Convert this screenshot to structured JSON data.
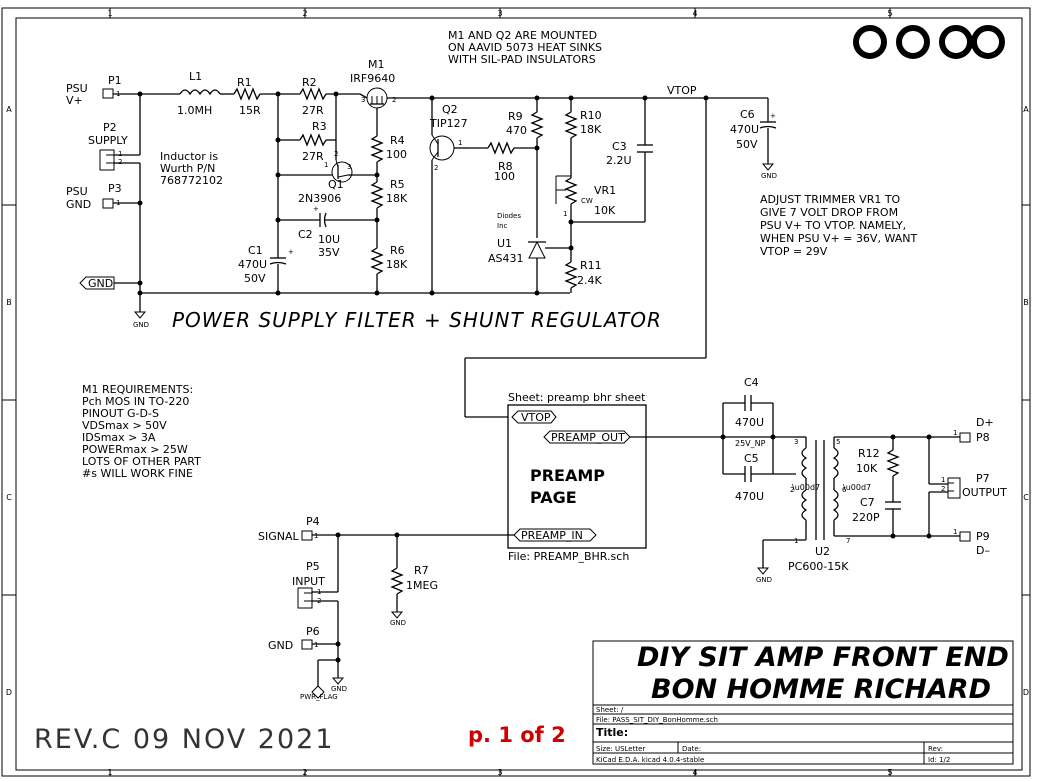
{
  "frame": {
    "col_ticks": [
      "1",
      "2",
      "3",
      "4",
      "5"
    ],
    "row_ticks": [
      "A",
      "B",
      "C",
      "D"
    ]
  },
  "notes": {
    "heatsink": [
      "M1 AND Q2 ARE MOUNTED",
      "ON AAVID 5073 HEAT SINKS",
      "WITH SIL-PAD INSULATORS"
    ],
    "inductor": [
      "Inductor is",
      "Wurth P/N",
      "768772102"
    ],
    "trimmer": [
      "ADJUST TRIMMER VR1 TO",
      "GIVE 7 VOLT DROP FROM",
      "PSU V+ TO VTOP.  NAMELY,",
      "WHEN PSU V+ = 36V, WANT",
      "VTOP = 29V"
    ],
    "m1_req": [
      "M1 REQUIREMENTS:",
      "Pch MOS IN TO-220",
      "PINOUT G-D-S",
      "VDSmax > 50V",
      "IDSmax > 3A",
      "POWERmax > 25W",
      "LOTS OF OTHER PART",
      "#s WILL WORK FINE"
    ],
    "section_title": "POWER SUPPLY FILTER + SHUNT REGULATOR"
  },
  "parts": {
    "p1": {
      "ref": "P1",
      "label1": "PSU",
      "label2": "V+"
    },
    "p2": {
      "ref": "P2",
      "label": "SUPPLY"
    },
    "p3": {
      "ref": "P3",
      "label1": "PSU",
      "label2": "GND"
    },
    "l1": {
      "ref": "L1",
      "value": "1.0MH"
    },
    "r1": {
      "ref": "R1",
      "value": "15R"
    },
    "r2": {
      "ref": "R2",
      "value": "27R"
    },
    "r3": {
      "ref": "R3",
      "value": "27R"
    },
    "m1": {
      "ref": "M1",
      "value": "IRF9640"
    },
    "q1": {
      "ref": "Q1",
      "value": "2N3906"
    },
    "q2": {
      "ref": "Q2",
      "value": "TIP127"
    },
    "r4": {
      "ref": "R4",
      "value": "100"
    },
    "r5": {
      "ref": "R5",
      "value": "18K"
    },
    "r6": {
      "ref": "R6",
      "value": "18K"
    },
    "r8": {
      "ref": "R8",
      "value": "100"
    },
    "r9": {
      "ref": "R9",
      "value": "470"
    },
    "r10": {
      "ref": "R10",
      "value": "18K"
    },
    "r11": {
      "ref": "R11",
      "value": "2.4K"
    },
    "c1": {
      "ref": "C1",
      "value1": "470U",
      "value2": "50V"
    },
    "c2": {
      "ref": "C2",
      "value1": "10U",
      "value2": "35V"
    },
    "c3": {
      "ref": "C3",
      "value": "2.2U"
    },
    "c6": {
      "ref": "C6",
      "value1": "470U",
      "value2": "50V"
    },
    "vr1": {
      "ref": "VR1",
      "value": "10K",
      "cw": "CW"
    },
    "u1": {
      "ref": "U1",
      "value": "AS431",
      "mfr1": "Diodes",
      "mfr2": "Inc"
    },
    "vtop": "VTOP",
    "gnd_label": "GND",
    "gnd_sym": "GND",
    "sheet": {
      "name": "Sheet: preamp bhr sheet",
      "file": "File: PREAMP_BHR.sch",
      "title1": "PREAMP",
      "title2": "PAGE",
      "pin_vtop": "VTOP",
      "pin_out": "PREAMP_OUT",
      "pin_in": "PREAMP_IN"
    },
    "p4": {
      "ref": "P4",
      "label": "SIGNAL"
    },
    "p5": {
      "ref": "P5",
      "label": "INPUT"
    },
    "p6": {
      "ref": "P6",
      "label": "GND"
    },
    "pwr_flag": "PWR_FLAG",
    "r7": {
      "ref": "R7",
      "value": "1MEG"
    },
    "c4": {
      "ref": "C4",
      "value": "470U"
    },
    "c5": {
      "ref": "C5",
      "value": "470U",
      "np": "25V_NP"
    },
    "u2": {
      "ref": "U2",
      "value": "PC600-15K"
    },
    "r12": {
      "ref": "R12",
      "value": "10K"
    },
    "c7": {
      "ref": "C7",
      "value": "220P"
    },
    "p7": {
      "ref": "P7",
      "label": "OUTPUT"
    },
    "p8": {
      "ref": "P8",
      "label": "D+"
    },
    "p9": {
      "ref": "P9",
      "label": "D–"
    }
  },
  "titleblock": {
    "heading1": "DIY SIT AMP FRONT END",
    "heading2": "BON HOMME RICHARD",
    "sheet": "Sheet: /",
    "file": "File: PASS_SIT_DIY_BonHomme.sch",
    "title": "Title:",
    "size": "Size: USLetter",
    "date": "Date:",
    "rev": "Rev:",
    "kicad": "KiCad E.D.A.  kicad 4.0.4-stable",
    "id": "Id: 1/2"
  },
  "revision": "REV.C  09 NOV 2021",
  "page_mark": "p. 1 of 2"
}
